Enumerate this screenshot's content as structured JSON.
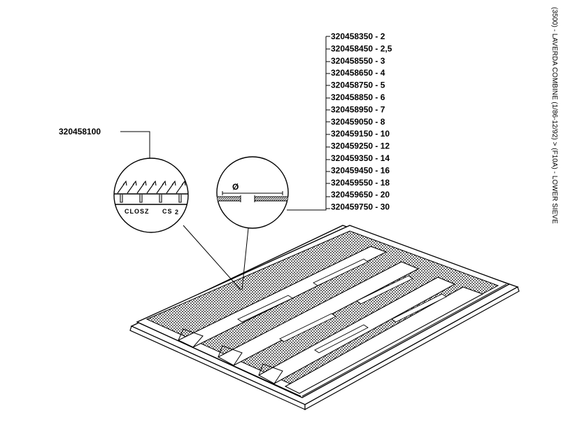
{
  "title": "(3500) - LAVERDA COMBINE (1/86-12/92) > (F10A) - LOWER SIEVE",
  "main_part": "320458100",
  "detail_labels": {
    "closure": "CLOSZ",
    "cs": "CS",
    "cs_sub": "2",
    "diameter": "Ø"
  },
  "parts": [
    {
      "code": "320458350",
      "size": "2"
    },
    {
      "code": "320458450",
      "size": "2,5"
    },
    {
      "code": "320458550",
      "size": "3"
    },
    {
      "code": "320458650",
      "size": "4"
    },
    {
      "code": "320458750",
      "size": "5"
    },
    {
      "code": "320458850",
      "size": "6"
    },
    {
      "code": "320458950",
      "size": "7"
    },
    {
      "code": "320459050",
      "size": "8"
    },
    {
      "code": "320459150",
      "size": "10"
    },
    {
      "code": "320459250",
      "size": "12"
    },
    {
      "code": "320459350",
      "size": "14"
    },
    {
      "code": "320459450",
      "size": "16"
    },
    {
      "code": "320459550",
      "size": "18"
    },
    {
      "code": "320459650",
      "size": "20"
    },
    {
      "code": "320459750",
      "size": "30"
    }
  ]
}
